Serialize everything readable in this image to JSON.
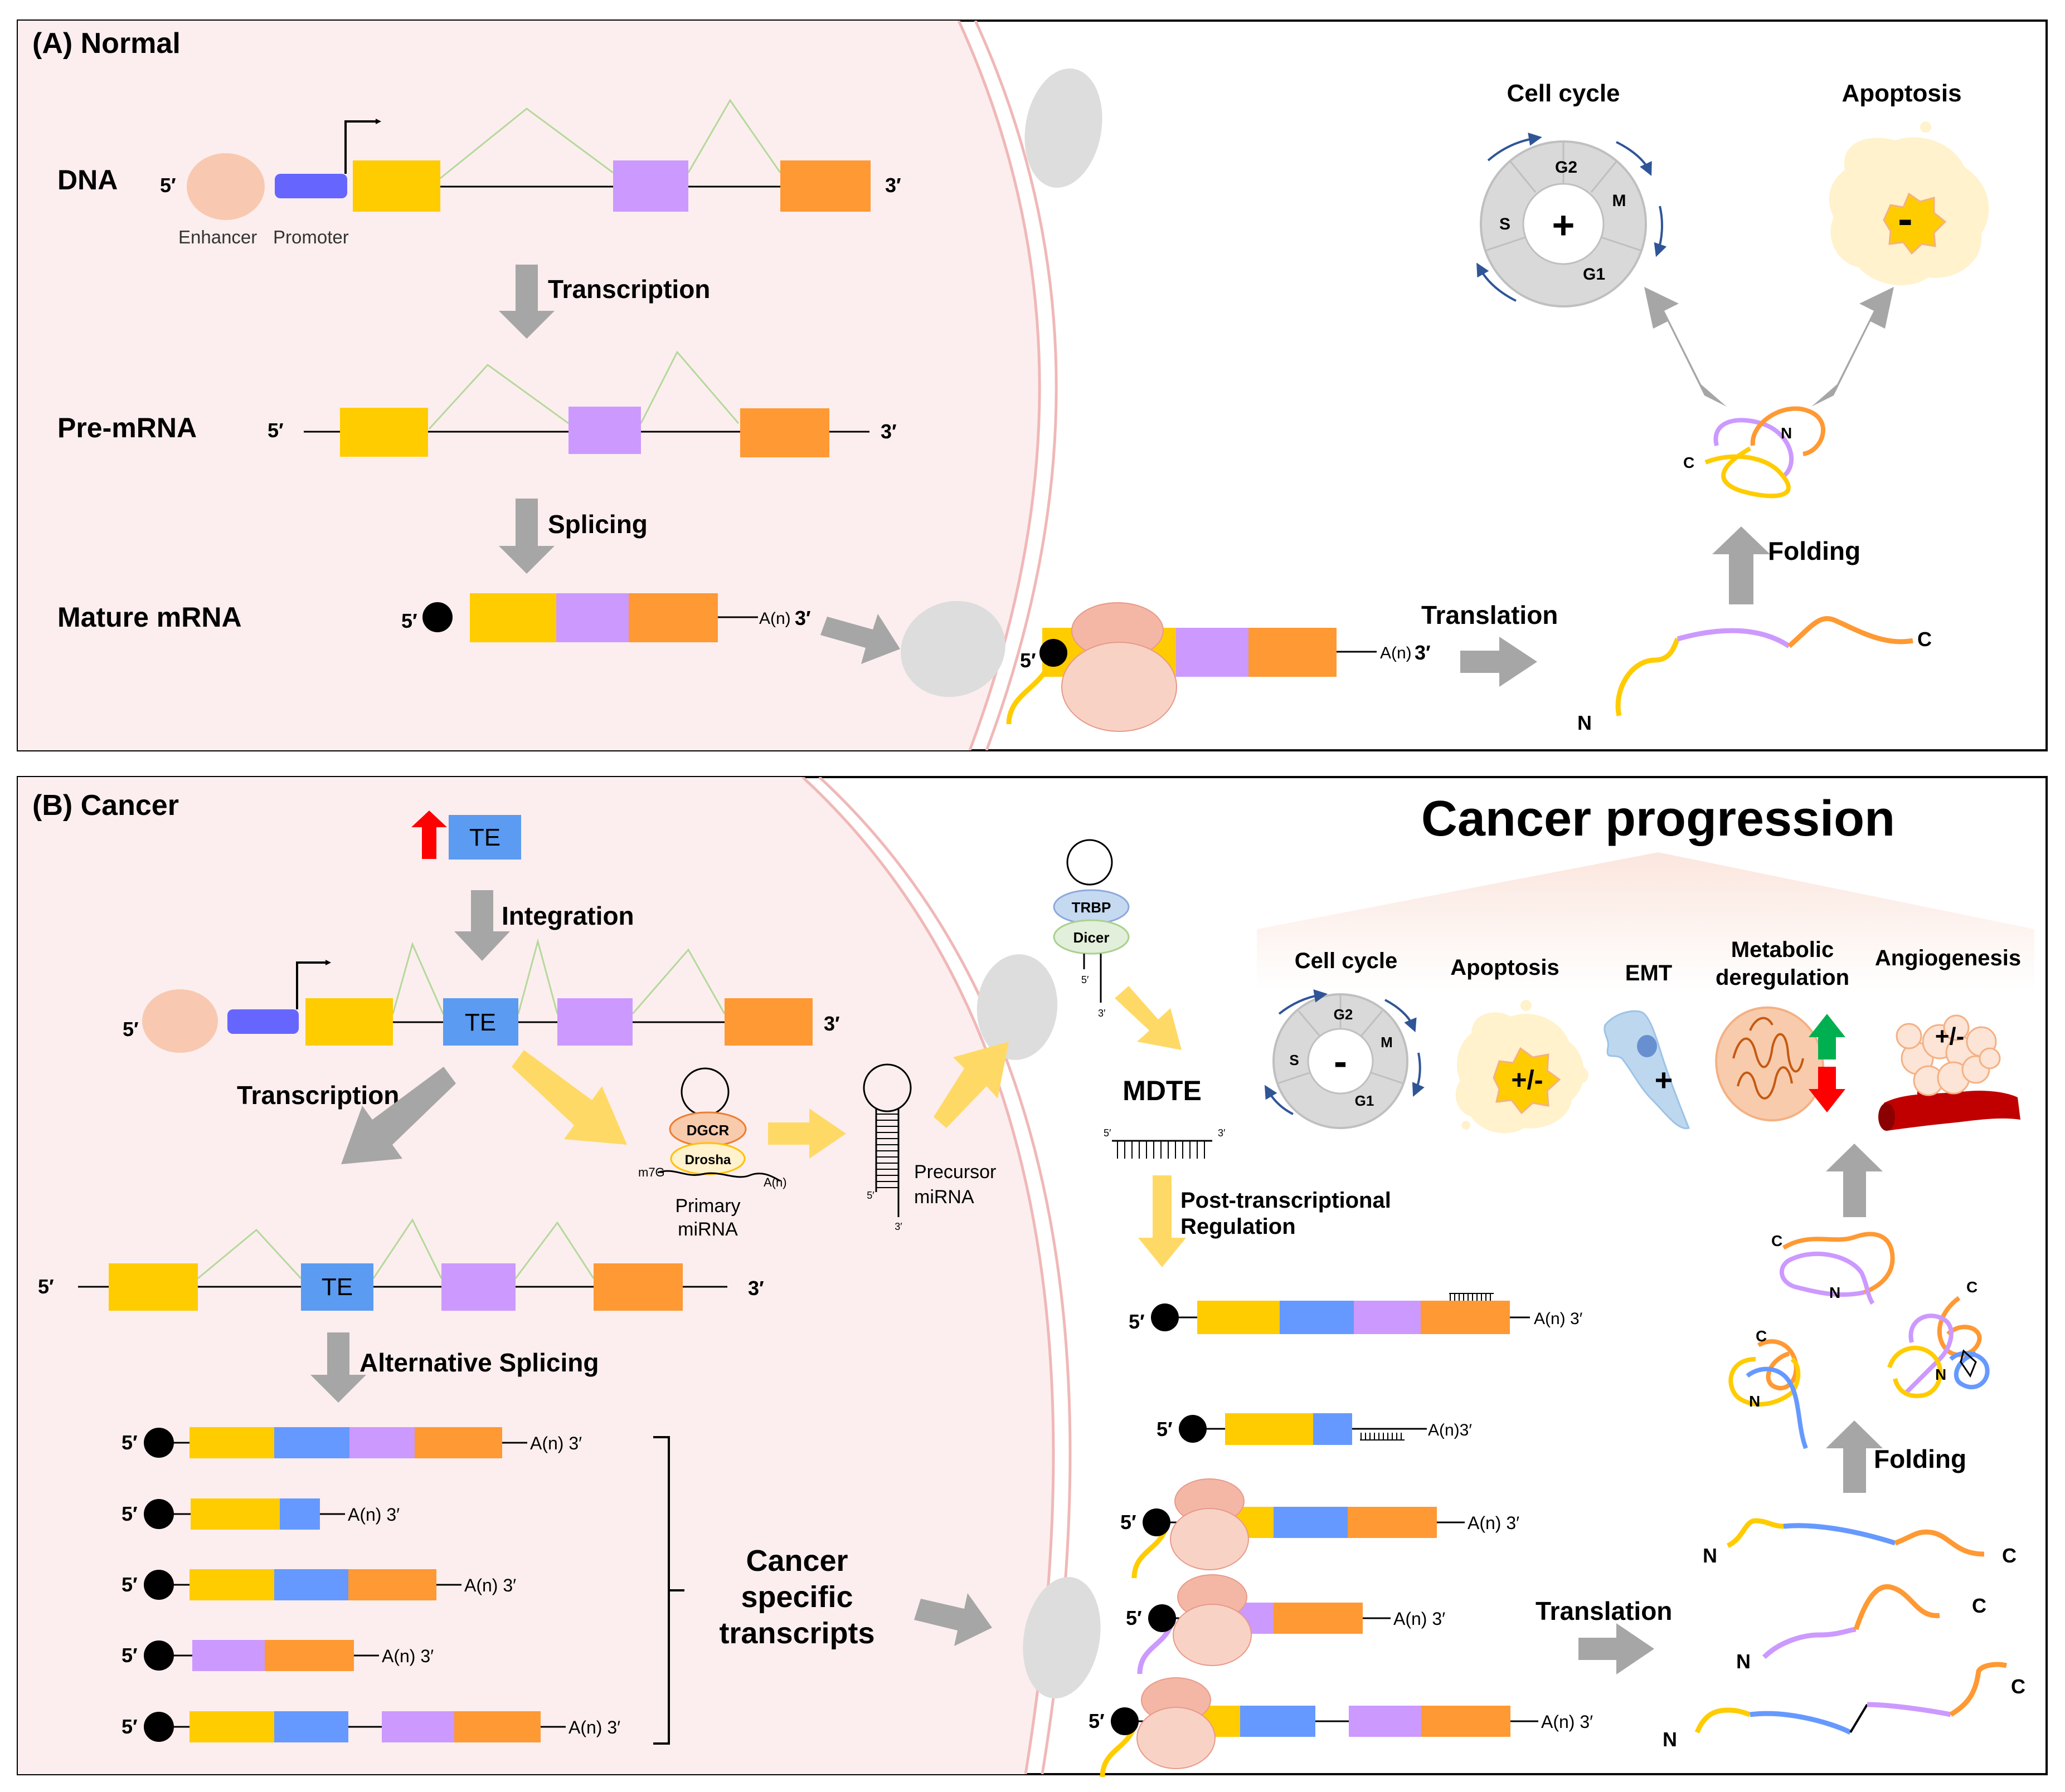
{
  "colors": {
    "yellow": "#FFCC00",
    "purple": "#CC99FF",
    "orange": "#FF9933",
    "blue": "#6699FF",
    "te_blue": "#5B9BF2",
    "promoter": "#6666FF",
    "enhancer": "#F8C9B0",
    "cell": "#FCEEEE",
    "membrane": "#F0B8B8",
    "arrow_grey": "#A6A6A6",
    "arrow_yellow": "#FFD966",
    "ribosome": "#F4B7A6",
    "intron_line": "#B5D99C"
  },
  "panel_a": {
    "title": "(A) Normal",
    "dna_label": "DNA",
    "enhancer_label": "Enhancer",
    "promoter_label": "Promoter",
    "transcription": "Transcription",
    "premrna_label": "Pre-mRNA",
    "splicing": "Splicing",
    "mature_label": "Mature mRNA",
    "five": "5′",
    "three": "3′",
    "polya": "A(n)",
    "polya3": "A(n)3′",
    "translation": "Translation",
    "folding": "Folding",
    "n": "N",
    "c": "C",
    "cell_cycle": "Cell cycle",
    "apoptosis": "Apoptosis",
    "g2": "G2",
    "m": "M",
    "g1": "G1",
    "s": "S",
    "plus": "+",
    "minus": "-"
  },
  "panel_b": {
    "title": "(B) Cancer",
    "te": "TE",
    "integration": "Integration",
    "transcription": "Transcription",
    "alt_splicing": "Alternative  Splicing",
    "cst_1": "Cancer",
    "cst_2": "specific",
    "cst_3": "transcripts",
    "dgcr": "DGCR",
    "drosha": "Drosha",
    "m7g": "m7G",
    "polya": "A(n)",
    "primary_1": "Primary",
    "primary_2": "miRNA",
    "precursor_1": "Precursor",
    "precursor_2": "miRNA",
    "trbp": "TRBP",
    "dicer": "Dicer",
    "mdte": "MDTE",
    "ptr_1": "Post-transcriptional",
    "ptr_2": "Regulation",
    "translation": "Translation",
    "folding": "Folding",
    "cancer_progression": "Cancer progression",
    "cell_cycle": "Cell cycle",
    "apoptosis": "Apoptosis",
    "emt": "EMT",
    "metabolic_1": "Metabolic",
    "metabolic_2": "deregulation",
    "angiogenesis": "Angiogenesis",
    "plus_minus": "+/-",
    "plus": "+",
    "minus": "-",
    "five": "5′",
    "three": "3′",
    "polya3": "A(n) 3′",
    "polya3b": "A(n)3′",
    "n": "N",
    "c": "C",
    "g2": "G2",
    "m": "M",
    "g1": "G1",
    "s": "S"
  }
}
